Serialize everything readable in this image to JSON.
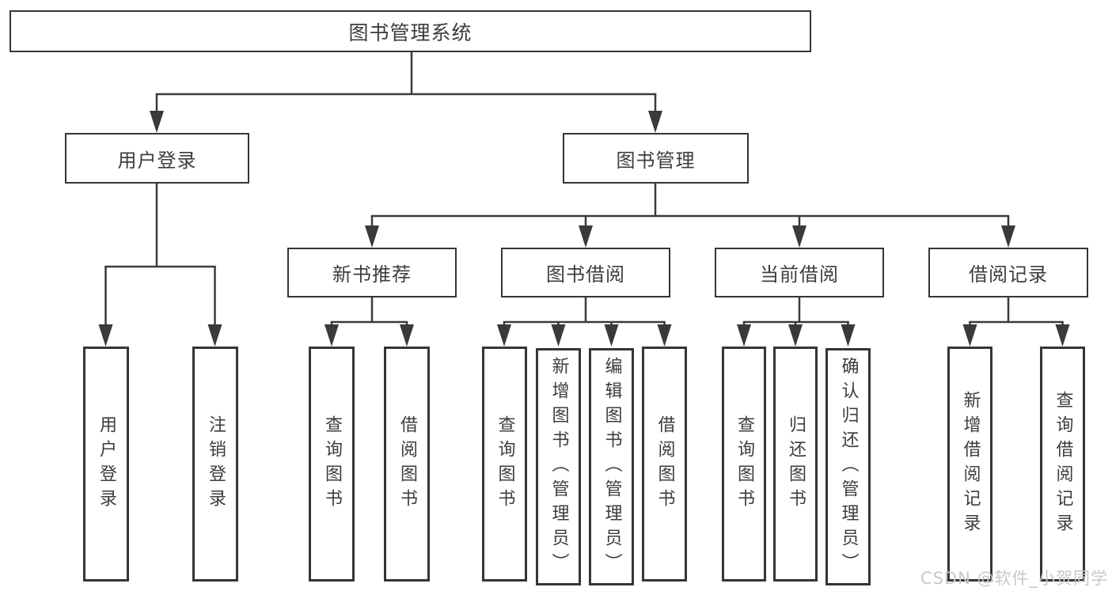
{
  "colors": {
    "line": "#3a3a3a",
    "box_border": "#353535",
    "text": "#3d3d3d",
    "watermark": "#c8c8c8",
    "background": "#ffffff"
  },
  "watermark": "CSDN @软件_小贺同学",
  "tree": {
    "root": "图书管理系统",
    "branches": [
      {
        "label": "用户登录",
        "children": [
          "用户登录",
          "注销登录"
        ]
      },
      {
        "label": "图书管理",
        "groups": [
          {
            "label": "新书推荐",
            "children": [
              "查询图书",
              "借阅图书"
            ]
          },
          {
            "label": "图书借阅",
            "children": [
              "查询图书",
              "新增图书（管理员）",
              "编辑图书（管理员）",
              "借阅图书"
            ]
          },
          {
            "label": "当前借阅",
            "children": [
              "查询图书",
              "归还图书",
              "确认归还（管理员）"
            ]
          },
          {
            "label": "借阅记录",
            "children": [
              "新增借阅记录",
              "查询借阅记录"
            ]
          }
        ]
      }
    ]
  }
}
